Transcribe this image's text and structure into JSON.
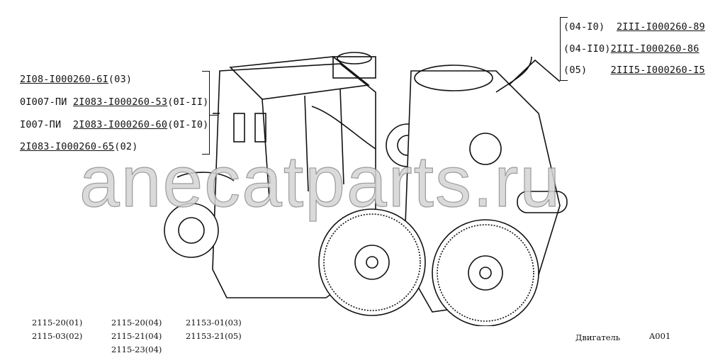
{
  "left_callouts": [
    {
      "prefix": "",
      "code": "2I08-I000260-6I",
      "suffix": "(03)"
    },
    {
      "prefix": "0I007-ПИ ",
      "code": "2I083-I000260-53",
      "suffix": "(0I-II)"
    },
    {
      "prefix": "I007-ПИ  ",
      "code": "2I083-I000260-60",
      "suffix": "(0I-I0)"
    },
    {
      "prefix": "",
      "code": "2I083-I000260-65",
      "suffix": "(02)"
    }
  ],
  "right_callouts": [
    {
      "prefix": "(04-I0) ",
      "code": "2III-I000260-89"
    },
    {
      "prefix": "(04-II0)",
      "code": "2III-I000260-86"
    },
    {
      "prefix": "(05)    ",
      "code": "2III5-I000260-I5"
    }
  ],
  "models": {
    "col1": [
      "2115-20(01)",
      "2115-03(02)"
    ],
    "col2": [
      "2115-20(04)",
      "2115-21(04)",
      "2115-23(04)"
    ],
    "col3": [
      "21153-01(03)",
      "21153-21(05)"
    ]
  },
  "caption": "Двигатель",
  "sheet_code": "A001",
  "watermark": "anecatparts.ru"
}
